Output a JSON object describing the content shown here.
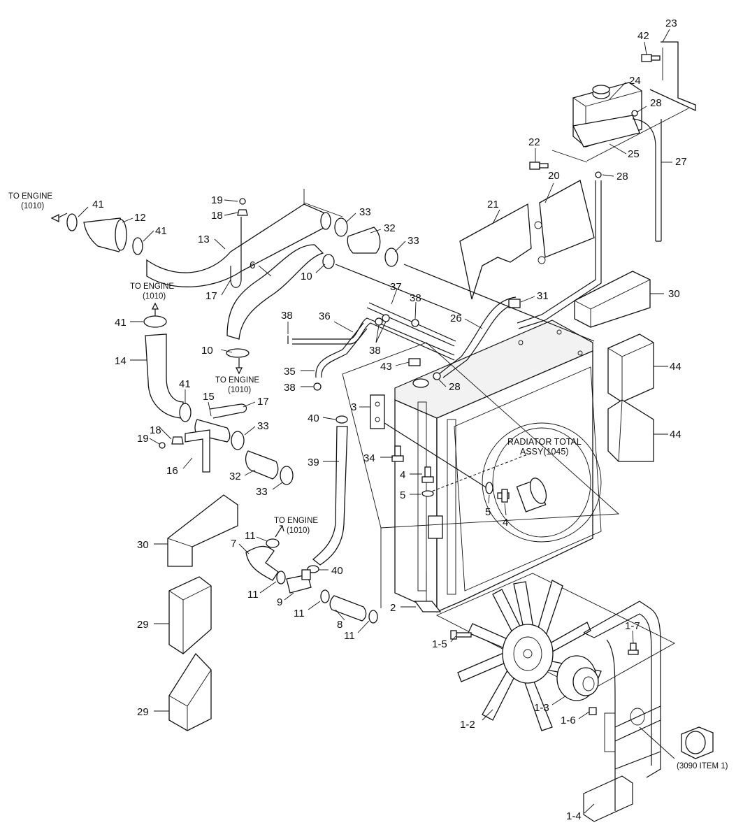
{
  "colors": {
    "ink": "#111111",
    "paper": "#ffffff"
  },
  "notes": {
    "to_engine_a_line1": "TO ENGINE",
    "to_engine_a_line2": "(1010)",
    "to_engine_b_line1": "TO ENGINE",
    "to_engine_b_line2": "(1010)",
    "to_engine_c_line1": "TO ENGINE",
    "to_engine_c_line2": "(1010)",
    "to_engine_d_line1": "TO ENGINE",
    "to_engine_d_line2": "(1010)",
    "radiator_line1": "RADIATOR TOTAL",
    "radiator_line2": "ASSY(1045)",
    "ref_3090": "(3090 ITEM 1)"
  },
  "labels": {
    "l23": "23",
    "l42": "42",
    "l24": "24",
    "l28a": "28",
    "l22": "22",
    "l25": "25",
    "l27": "27",
    "l28b": "28",
    "l20": "20",
    "l21": "21",
    "l41a": "41",
    "l12": "12",
    "l41b": "41",
    "l19a": "19",
    "l18a": "18",
    "l13": "13",
    "l33a": "33",
    "l32a": "32",
    "l33b": "33",
    "l6": "6",
    "l10a": "10",
    "l17a": "17",
    "l37": "37",
    "l38a": "38",
    "l31": "31",
    "l30a": "30",
    "l41c": "41",
    "l38b": "38",
    "l36": "36",
    "l26": "26",
    "l38c": "38",
    "l14": "14",
    "l10b": "10",
    "l43": "43",
    "l35": "35",
    "l44a": "44",
    "l38d": "38",
    "l28c": "28",
    "l41d": "41",
    "l15": "15",
    "l17b": "17",
    "l40a": "40",
    "l3": "3",
    "l44b": "44",
    "l19b": "19",
    "l18b": "18",
    "l33c": "33",
    "l16": "16",
    "l34": "34",
    "l32b": "32",
    "l39": "39",
    "l4a": "4",
    "l33d": "33",
    "l5a": "5",
    "l5b": "5",
    "l4b": "4",
    "l11a": "11",
    "l30b": "30",
    "l7": "7",
    "l40b": "40",
    "l11b": "11",
    "l9": "9",
    "l2": "2",
    "l11c": "11",
    "l8": "8",
    "l29a": "29",
    "l11d": "11",
    "l1_7": "1-7",
    "l1_5": "1-5",
    "l1_3": "1-3",
    "l1_6": "1-6",
    "l1_2": "1-2",
    "l29b": "29",
    "l1_4": "1-4"
  }
}
